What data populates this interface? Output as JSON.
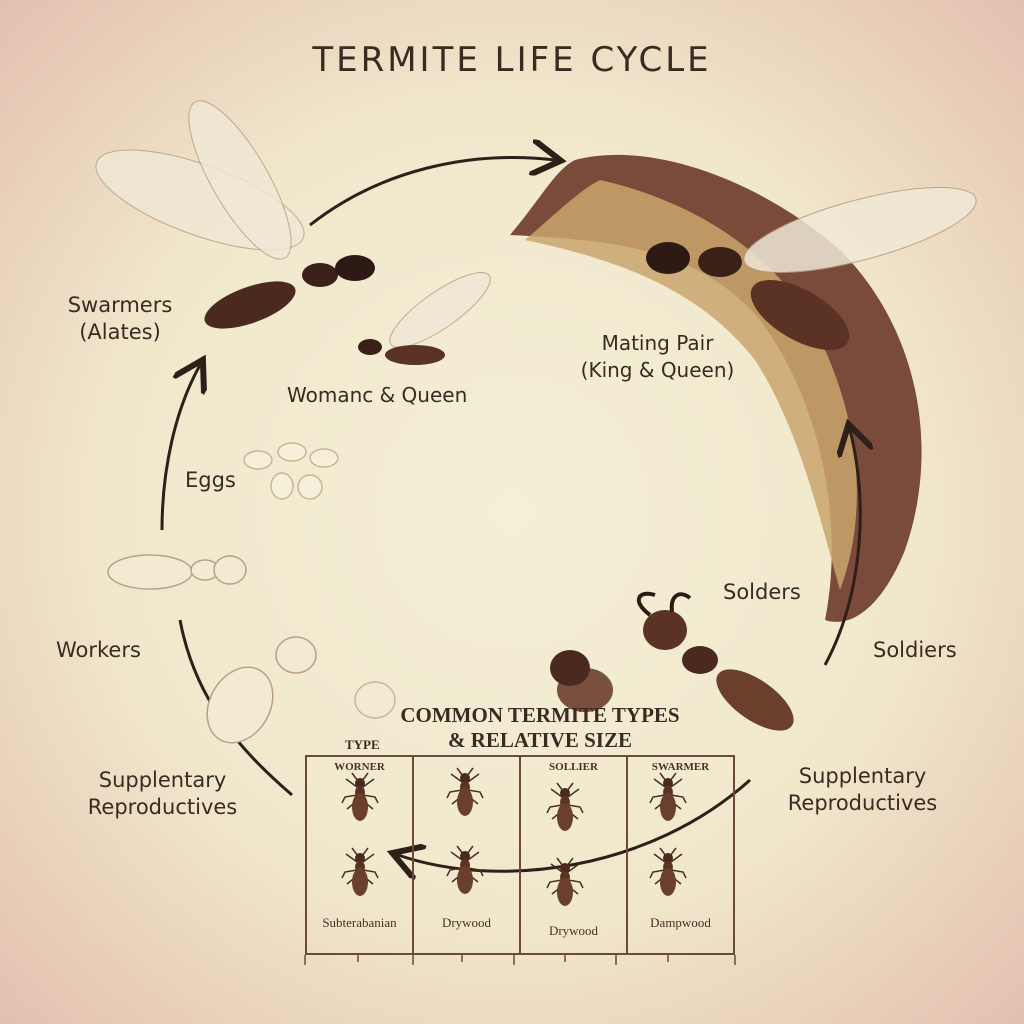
{
  "title": "TERMITE LIFE CYCLE",
  "labels": {
    "swarmers": "Swarmers",
    "swarmers_sub": "(Alates)",
    "womanc_queen": "Womanc & Queen",
    "mating_pair": "Mating Pair",
    "mating_pair_sub": "(King & Queen)",
    "eggs": "Eggs",
    "workers": "Workers",
    "solders": "Solders",
    "soldiers": "Soldiers",
    "supp_left_1": "Supplentary",
    "supp_left_2": "Reproductives",
    "supp_right_1": "Supplentary",
    "supp_right_2": "Reproductives"
  },
  "table": {
    "title_line1": "COMMON TERMITE TYPES",
    "title_line2": "& RELATIVE SIZE",
    "type_header": "TYPE",
    "columns": [
      {
        "header": "WORNER",
        "footer": "Subterabanian"
      },
      {
        "header": "",
        "footer": "Drywood"
      },
      {
        "header": "SOLLIER",
        "footer": "Drywood"
      },
      {
        "header": "SWARMER",
        "footer": "Dampwood"
      }
    ]
  },
  "colors": {
    "ink": "#3b2a22",
    "wood": "#7a4a3a",
    "wood_light": "#c8a46a",
    "background": "#f3ecd2"
  }
}
